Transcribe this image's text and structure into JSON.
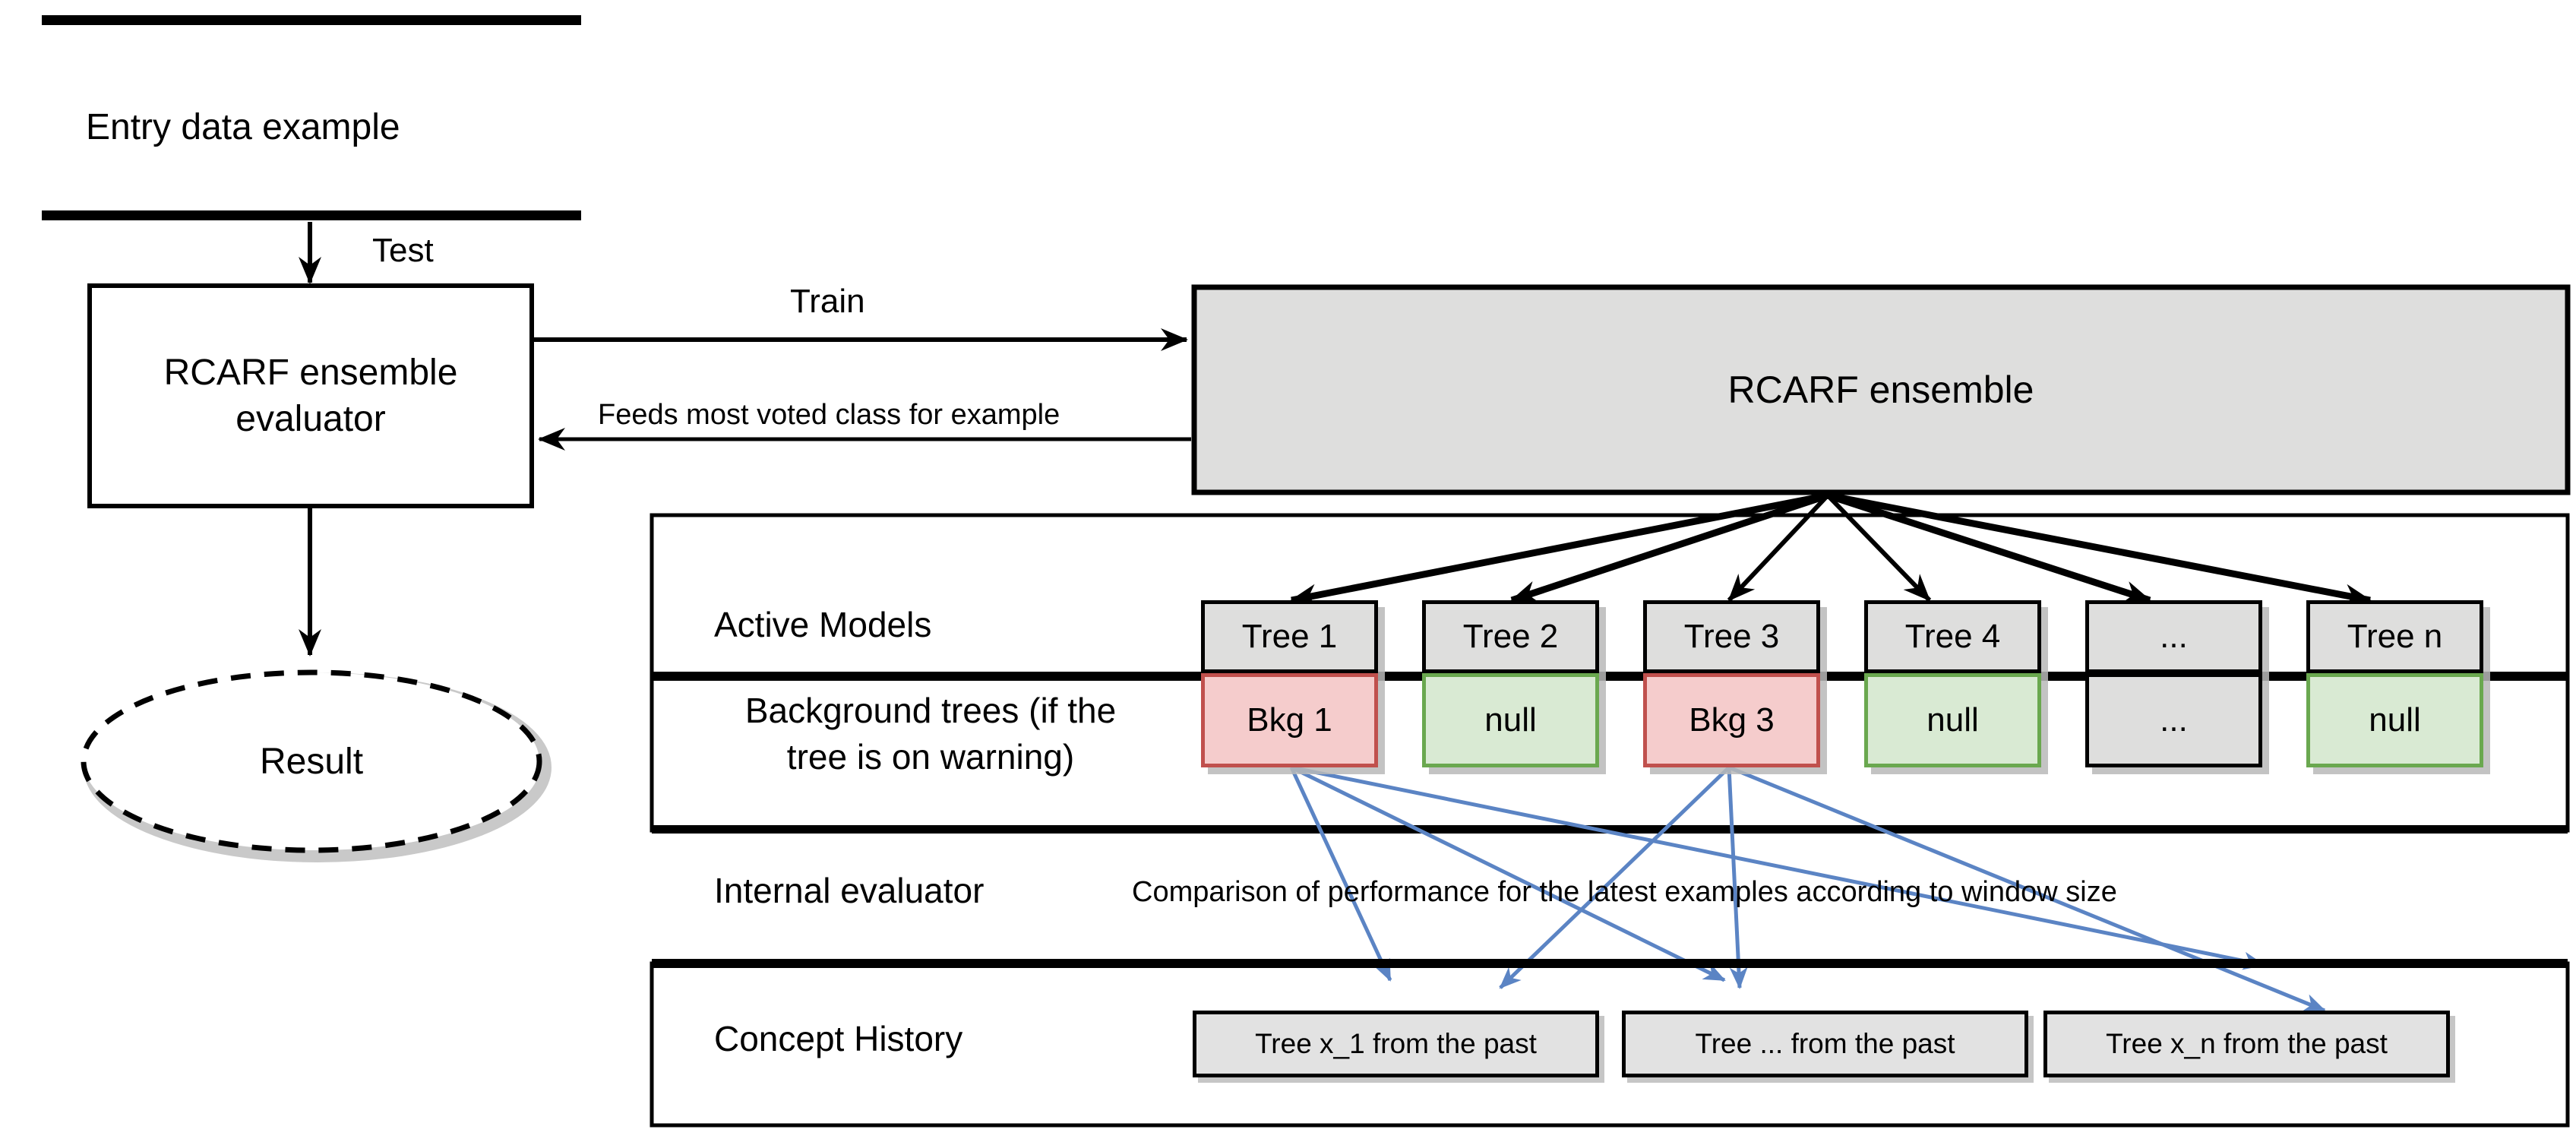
{
  "diagram": {
    "title": "RCARF ensemble architecture flow",
    "entry": {
      "label": "Entry data example"
    },
    "evaluator": {
      "label": "RCARF ensemble evaluator",
      "line1": "RCARF ensemble",
      "line2": "evaluator"
    },
    "result": {
      "label": "Result"
    },
    "ensemble": {
      "label": "RCARF ensemble"
    },
    "edges": {
      "test": "Test",
      "train": "Train",
      "feedback": "Feeds most voted class for example"
    },
    "sections": {
      "active_models_label": "Active Models",
      "background_trees_label_line1": "Background trees (if the",
      "background_trees_label_line2": "tree is on warning)",
      "internal_evaluator_label": "Internal evaluator",
      "internal_evaluator_note": "Comparison of performance for the latest examples according to window size",
      "concept_history_label": "Concept History"
    },
    "trees": [
      {
        "active": "Tree 1",
        "background": "Bkg 1",
        "bg_state": "warning"
      },
      {
        "active": "Tree 2",
        "background": "null",
        "bg_state": "null"
      },
      {
        "active": "Tree 3",
        "background": "Bkg 3",
        "bg_state": "warning"
      },
      {
        "active": "Tree 4",
        "background": "null",
        "bg_state": "null"
      },
      {
        "active": "...",
        "background": "...",
        "bg_state": "ellipsis"
      },
      {
        "active": "Tree n",
        "background": "null",
        "bg_state": "null"
      }
    ],
    "concept_history": [
      {
        "label": "Tree x_1 from the past"
      },
      {
        "label": "Tree ... from the past"
      },
      {
        "label": "Tree x_n from the past"
      }
    ],
    "colors": {
      "ensemble_fill": "#dededd",
      "tree_fill": "#dededd",
      "warning_fill": "#f5cccc",
      "warning_border": "#c0504d",
      "null_fill": "#d9ead3",
      "null_border": "#6aa84f",
      "history_fill": "#e2e2e2",
      "blue_arrow": "#5b84c4",
      "black": "#000000",
      "shadow": "#b8b8b8"
    }
  }
}
